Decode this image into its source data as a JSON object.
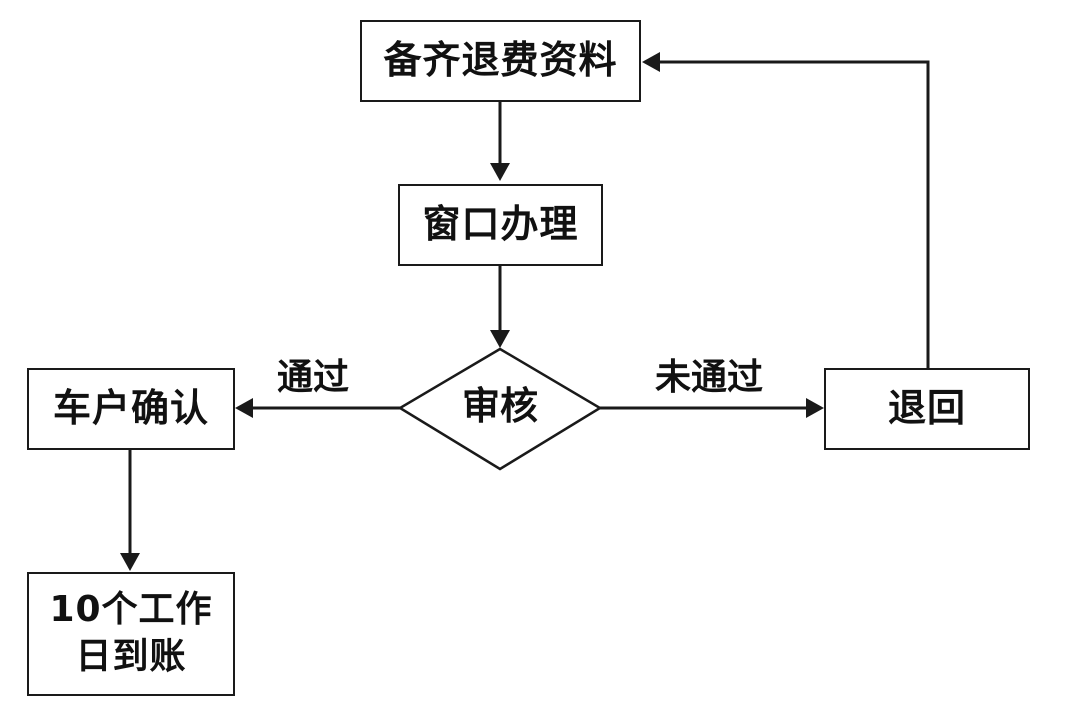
{
  "diagram": {
    "nodes": {
      "prepare_docs": "备齐退费资料",
      "window_process": "窗口办理",
      "review": "审核",
      "owner_confirm": "车户确认",
      "return": "退回",
      "arrival_line1": "10个工作",
      "arrival_line2": "日到账"
    },
    "edge_labels": {
      "pass": "通过",
      "fail": "未通过"
    }
  }
}
